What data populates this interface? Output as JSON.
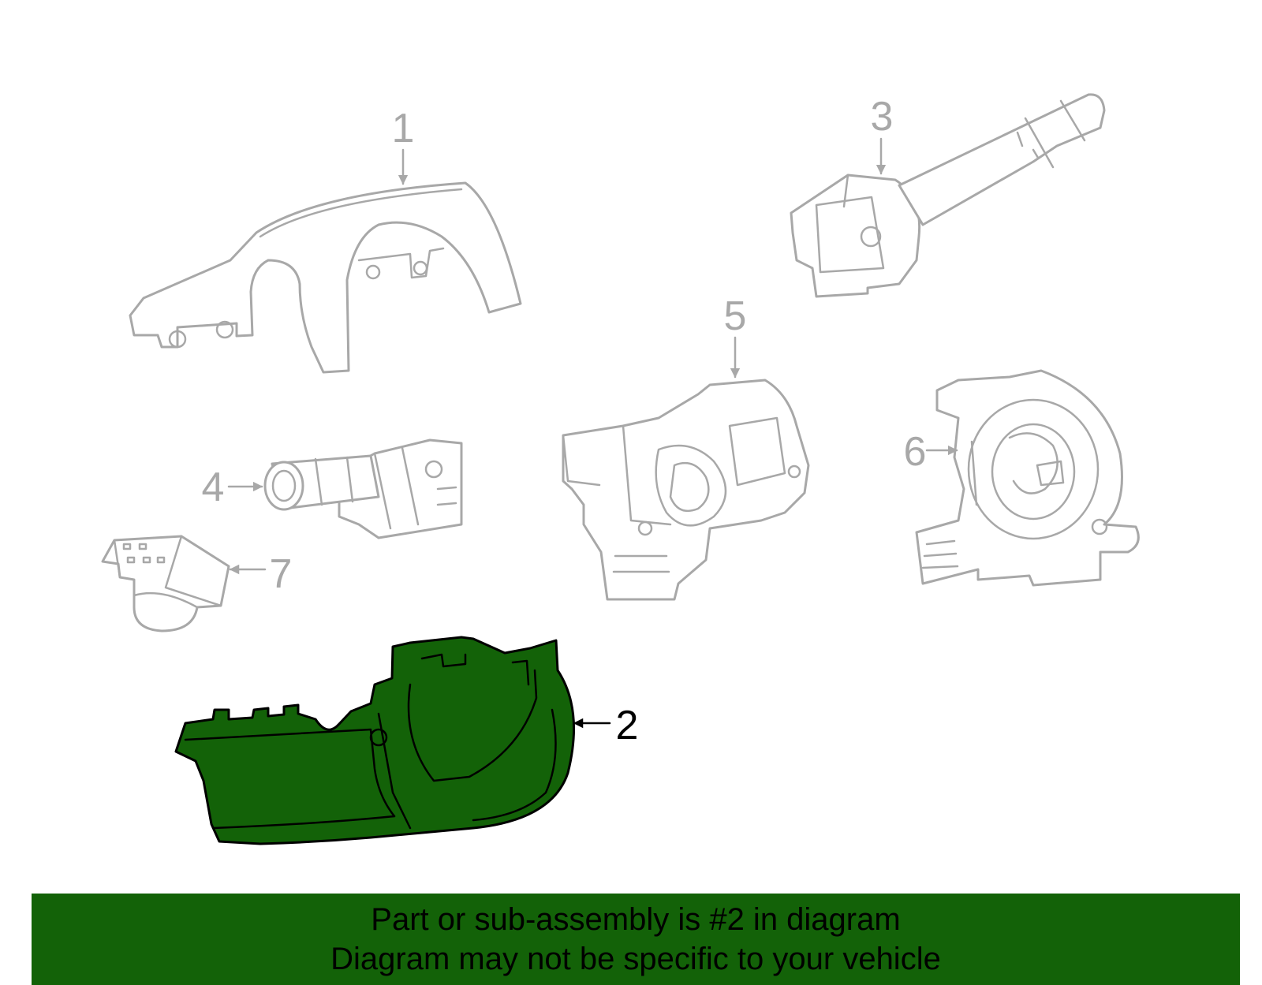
{
  "callouts": [
    {
      "id": "1",
      "label": "1"
    },
    {
      "id": "2",
      "label": "2"
    },
    {
      "id": "3",
      "label": "3"
    },
    {
      "id": "4",
      "label": "4"
    },
    {
      "id": "5",
      "label": "5"
    },
    {
      "id": "6",
      "label": "6"
    },
    {
      "id": "7",
      "label": "7"
    }
  ],
  "highlighted_part": "2",
  "colors": {
    "highlight_fill": "#136208",
    "part_outline": "#a8a8a8",
    "highlight_outline": "#000000",
    "banner_bg": "#136208",
    "banner_text": "#000000"
  },
  "banner": {
    "line1": "Part or sub-assembly is #2 in diagram",
    "line2": "Diagram may not be specific to your vehicle"
  }
}
